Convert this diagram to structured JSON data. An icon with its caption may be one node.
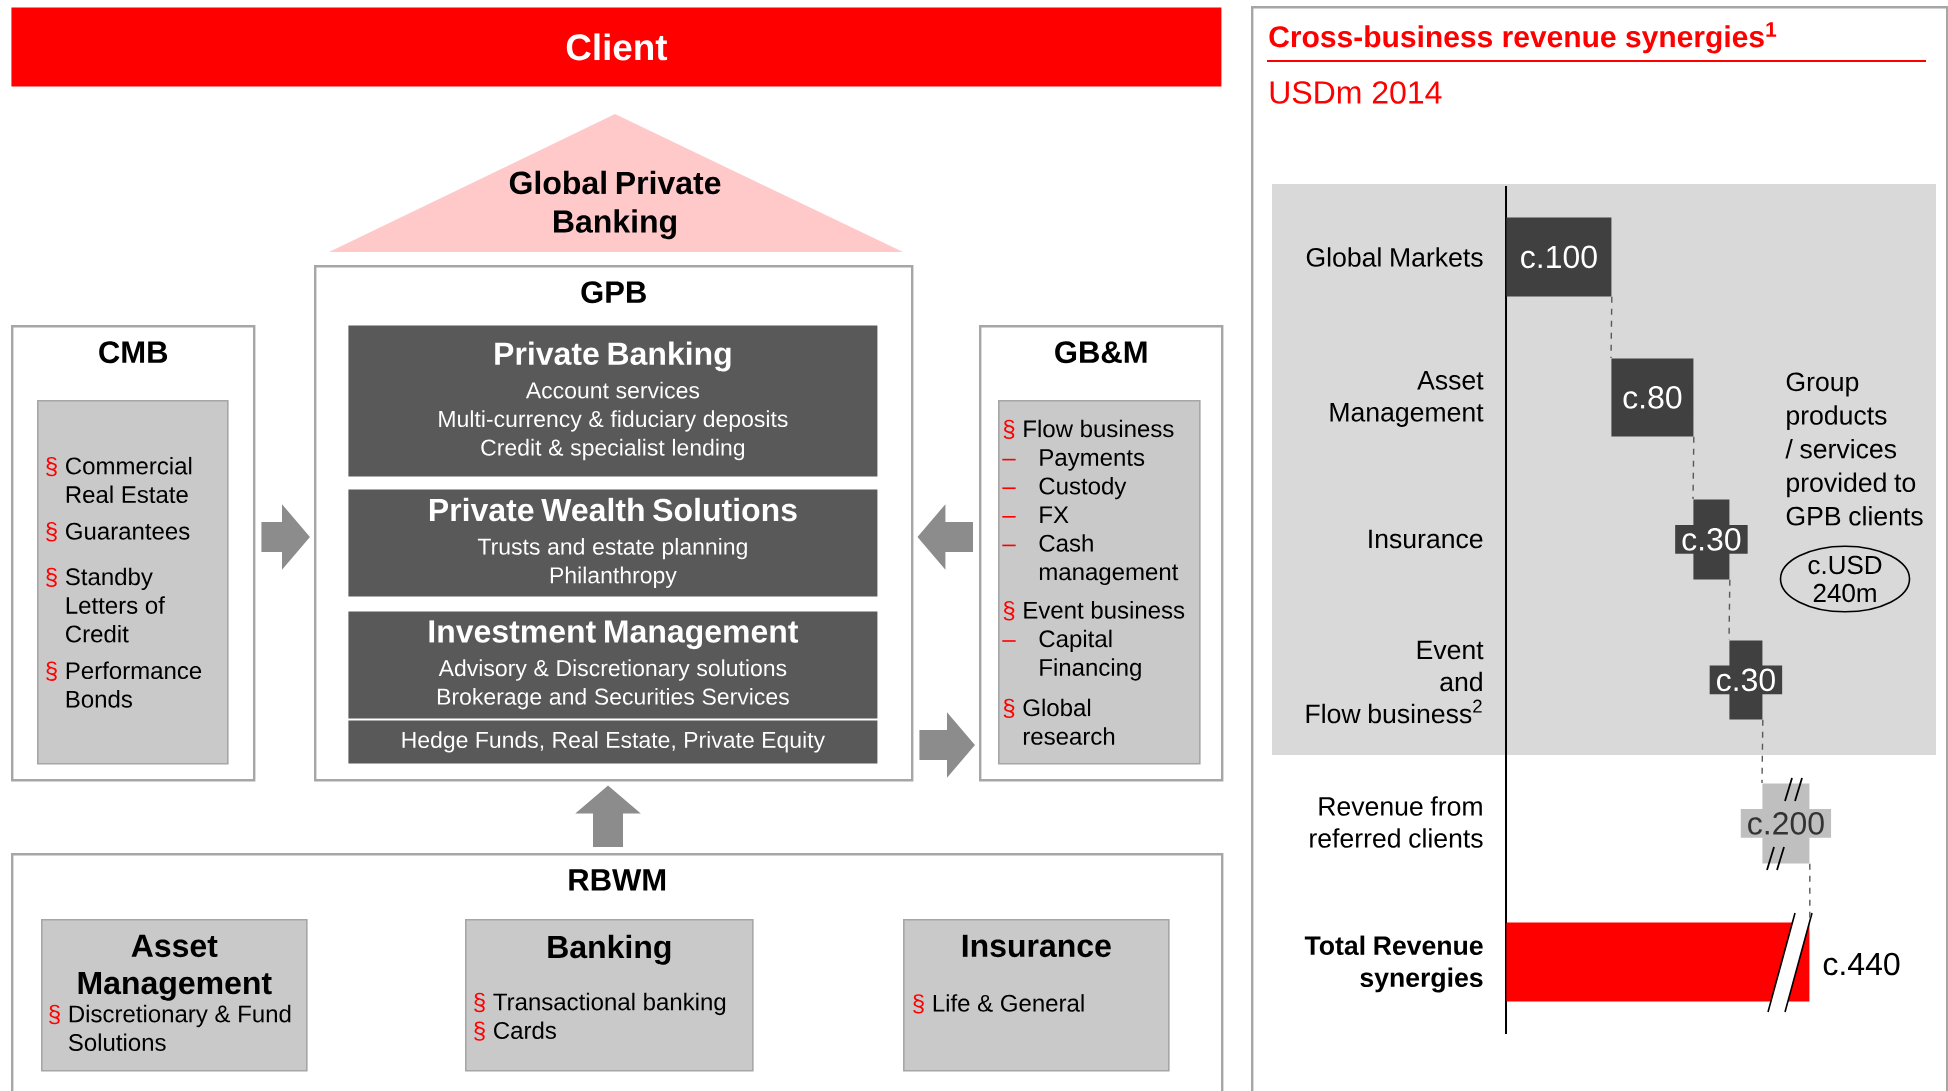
{
  "diagram": {
    "nodes": [
      {
        "text": [
          "Client"
        ]
      },
      {
        "text": [
          "Global Private Banking"
        ]
      },
      {
        "text": [
          "GPB"
        ]
      },
      {
        "text": [
          "Private Banking",
          "Account services",
          "Multi-currency & fiduciary deposits",
          "Credit & specialist lending"
        ],
        "in": 2
      },
      {
        "text": [
          "Private Wealth Solutions",
          "Trusts and estate planning",
          "Philanthropy"
        ],
        "in": 2
      },
      {
        "text": [
          "Investment Management",
          "Advisory & Discretionary solutions",
          "Brokerage and Securities Services"
        ],
        "in": 2
      },
      {
        "text": [
          "Hedge Funds, Real Estate, Private Equity"
        ],
        "in": 2
      },
      {
        "text": [
          "CMB"
        ]
      },
      {
        "text": [
          "§ Commercial Real Estate",
          "§ Guarantees",
          "§ Standby Letters of Credit",
          "§ Performance Bonds"
        ],
        "in": 7
      },
      {
        "text": [
          "GB&M"
        ]
      },
      {
        "text": [
          "§ Flow business",
          "– Payments",
          "– Custody",
          "– FX",
          "– Cash management",
          "§ Event business",
          "– Capital Financing",
          "§ Global research"
        ],
        "in": 9
      },
      {
        "text": [
          "RBWM"
        ]
      },
      {
        "text": [
          "Asset Management",
          "§ Discretionary & Fund Solutions"
        ],
        "in": 11
      },
      {
        "text": [
          "Banking",
          "§ Transactional banking",
          "§ Cards"
        ],
        "in": 11
      },
      {
        "text": [
          "Insurance",
          "§ Life & General"
        ],
        "in": 11
      },
      {
        "text": [
          "Cross-business revenue synergies$^{1}$",
          "USDm 2014"
        ]
      },
      {
        "text": [
          "c.100"
        ],
        "in": 15
      },
      {
        "text": [
          "c.80"
        ],
        "in": 15
      },
      {
        "text": [
          "c.30"
        ],
        "in": 15
      },
      {
        "text": [
          "c.30"
        ],
        "in": 15
      },
      {
        "text": [
          "c.200"
        ],
        "in": 15
      },
      {
        "text": [],
        "shape": "bar",
        "beside": [
          "Total Revenue synergies",
          "c.440"
        ],
        "in": 15
      },
      {
        "text": [
          "c.USD 240m"
        ],
        "in": 15
      }
    ],
    "edges": [
      {
        "from": 7,
        "to": 2,
        "arrow": "to",
        "style": "thick",
        "color": "#8c8c8c"
      },
      {
        "from": 9,
        "to": 2,
        "arrow": "to",
        "style": "thick",
        "color": "#8c8c8c"
      },
      {
        "from": 2,
        "to": 9,
        "arrow": "to",
        "style": "thick",
        "color": "#8c8c8c"
      },
      {
        "from": 11,
        "to": 2,
        "arrow": "to",
        "style": "thick",
        "color": "#8c8c8c"
      },
      {
        "from": 16,
        "to": 17,
        "arrow": "none",
        "style": "dashed"
      },
      {
        "from": 17,
        "to": 18,
        "arrow": "none",
        "style": "dashed"
      },
      {
        "from": 18,
        "to": 19,
        "arrow": "none",
        "style": "dashed"
      },
      {
        "from": 19,
        "to": 20,
        "arrow": "none",
        "style": "dashed"
      },
      {
        "from": 20,
        "to": 21,
        "arrow": "none",
        "style": "dashed"
      }
    ],
    "labels": [
      "Global Markets",
      "Asset Management",
      "Group products / services provided to GPB clients",
      "Insurance",
      "Event and Flow business$^{2}$",
      "Revenue from referred clients"
    ]
  }
}
